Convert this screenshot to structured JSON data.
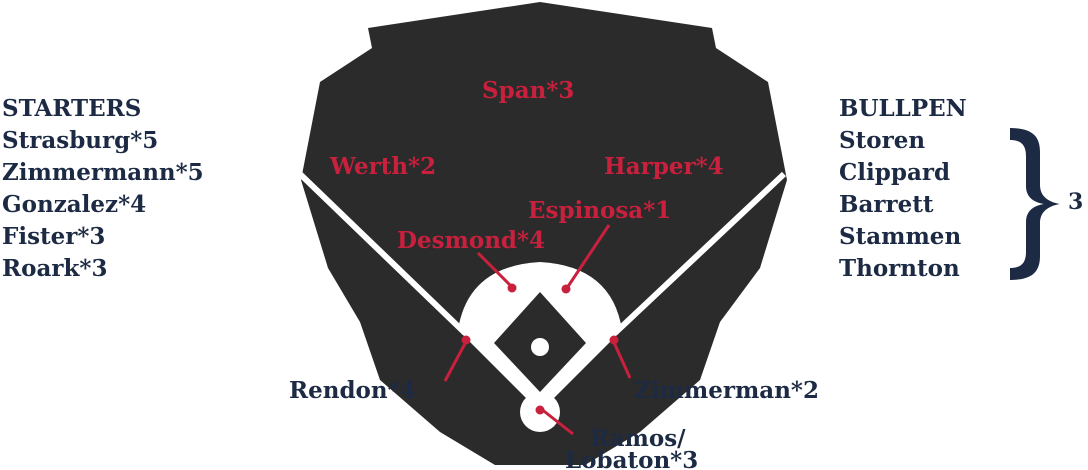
{
  "starters": {
    "heading": "STARTERS",
    "players": [
      "Strasburg*5",
      "Zimmermann*5",
      "Gonzalez*4",
      "Fister*3",
      "Roark*3"
    ]
  },
  "bullpen": {
    "heading": "BULLPEN",
    "players": [
      "Storen",
      "Clippard",
      "Barrett",
      "Stammen",
      "Thornton"
    ],
    "group_count": "3"
  },
  "field": {
    "center_field": "Span*3",
    "left_field": "Werth*2",
    "right_field": "Harper*4",
    "second_base": "Espinosa*1",
    "shortstop": "Desmond*4",
    "third_base": "Rendon*4",
    "first_base": "Zimmerman*2",
    "catcher_line1": "Ramos/",
    "catcher_line2": "Lobaton*3"
  },
  "colors": {
    "field_dark": "#2b2b2b",
    "navy": "#1d2a44",
    "red": "#c8203d",
    "infield": "#ffffff"
  }
}
